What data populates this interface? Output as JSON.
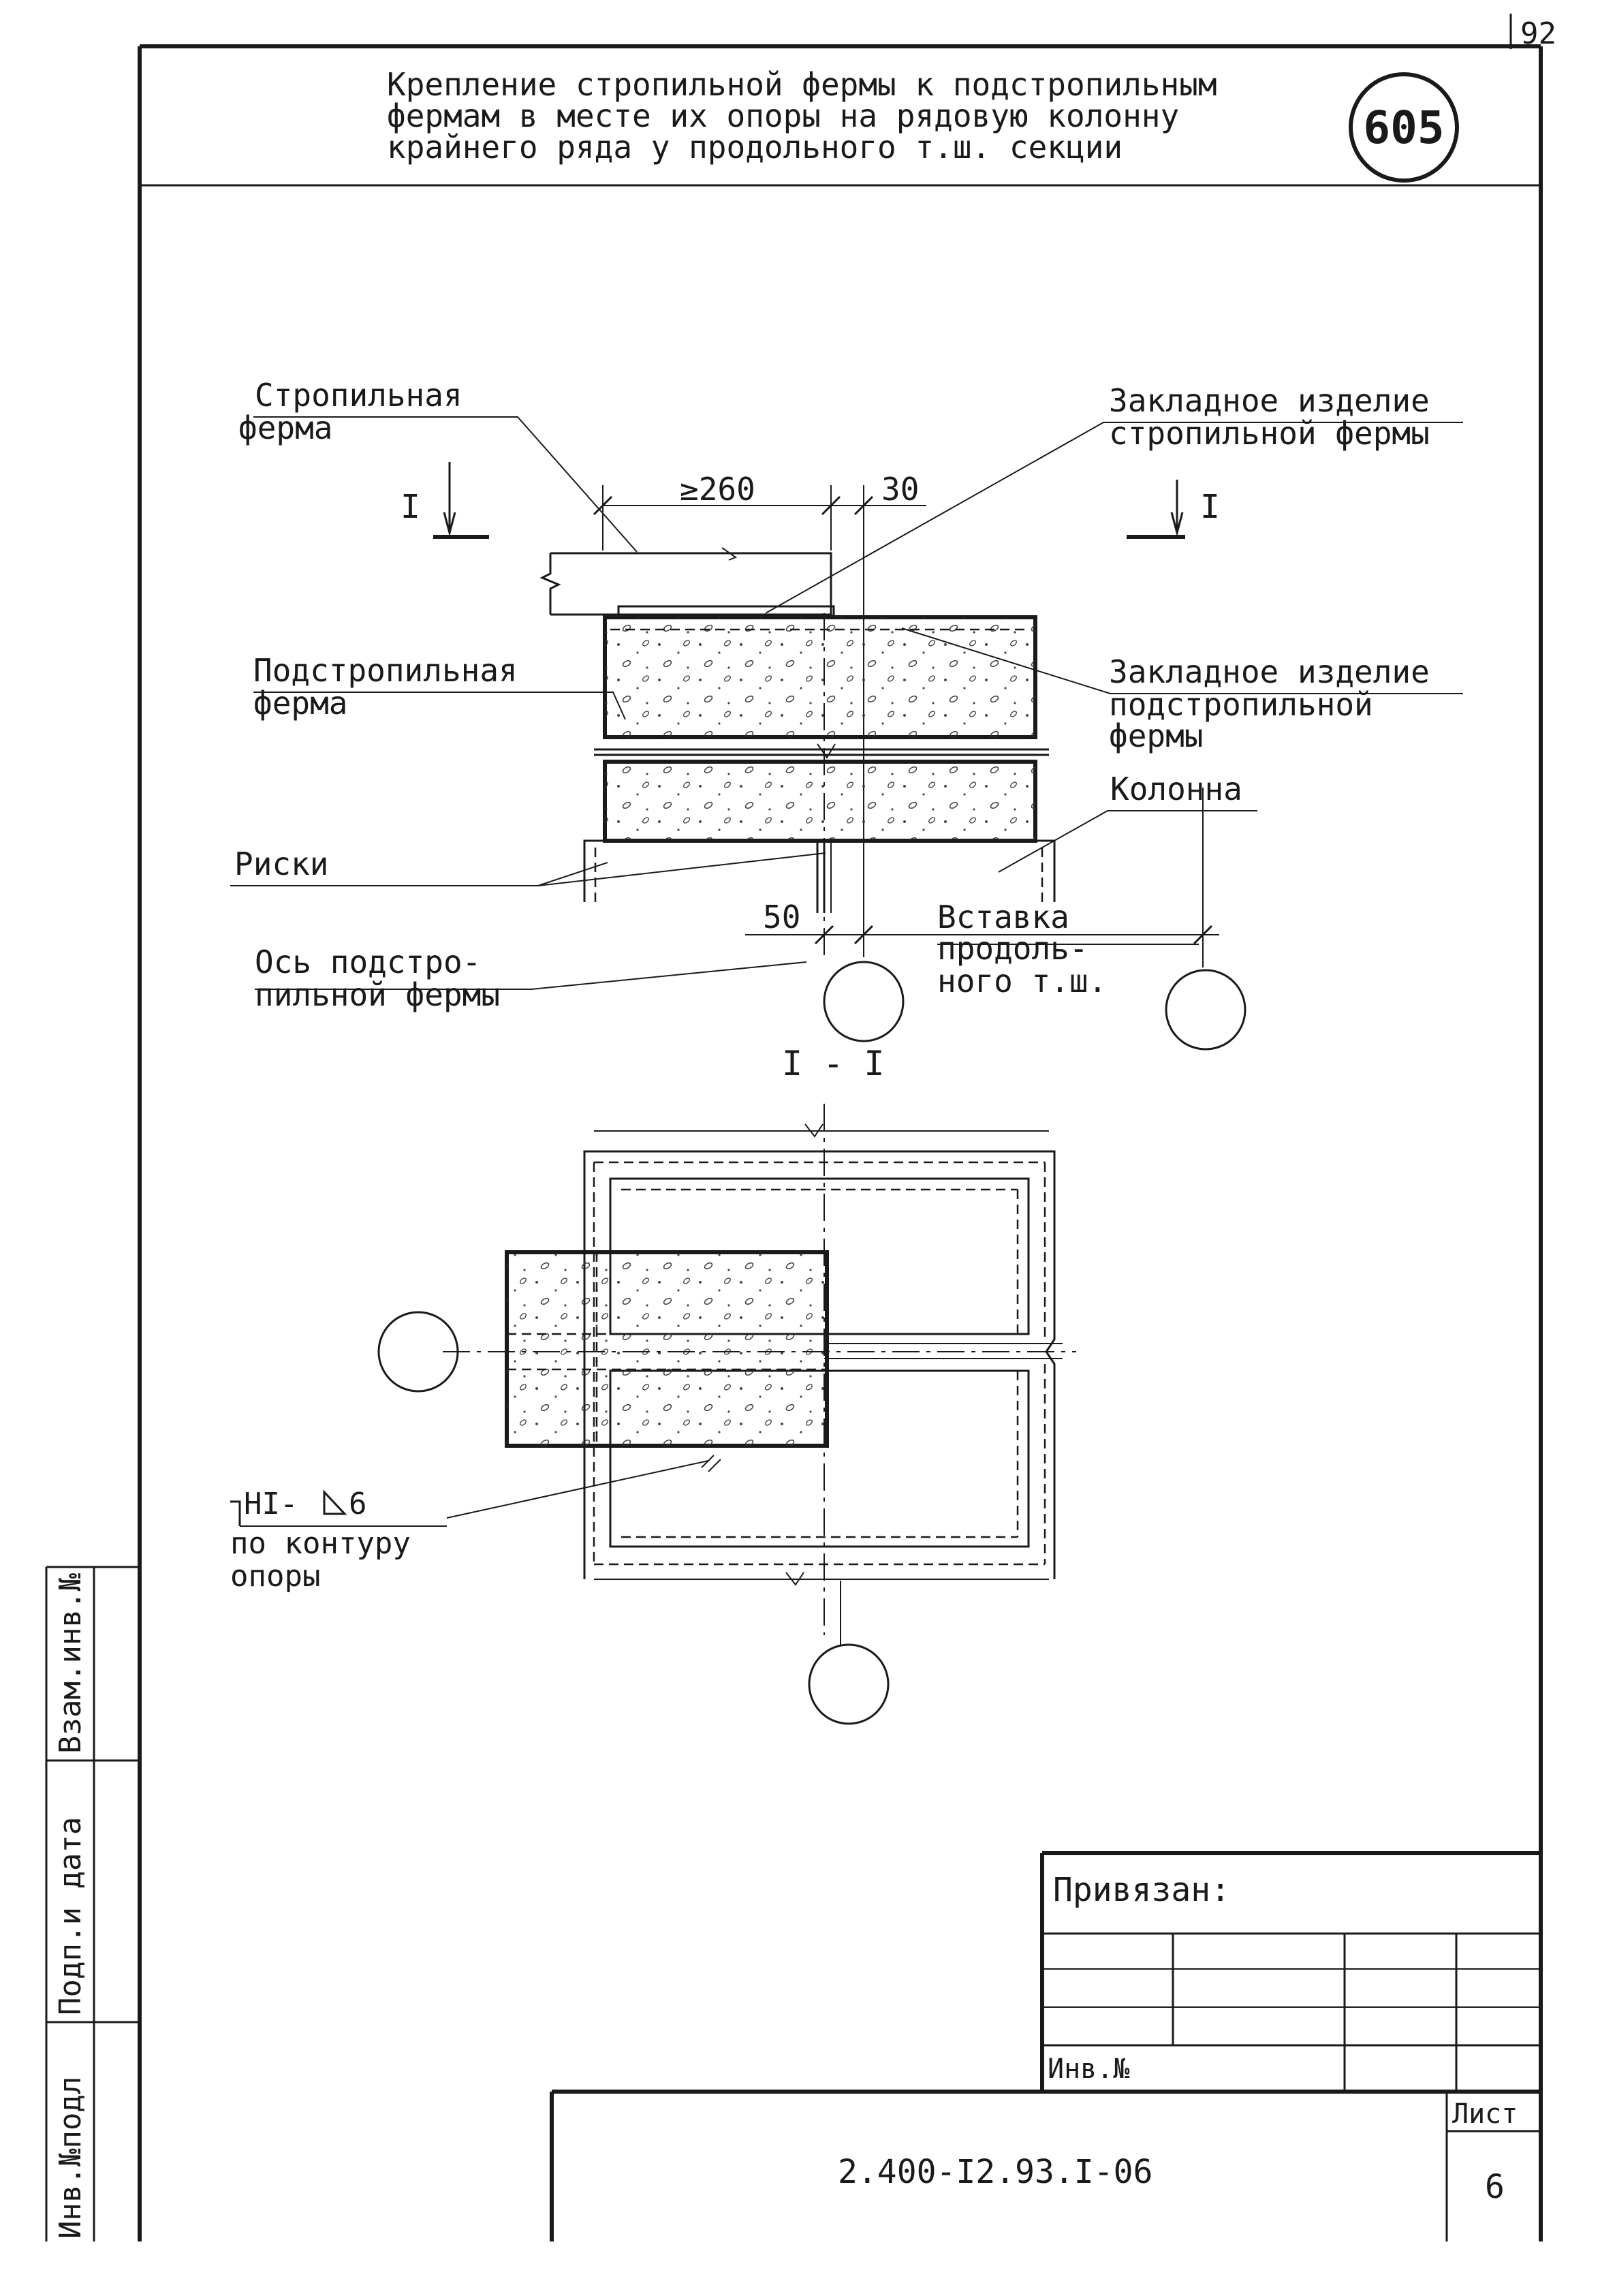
{
  "page": {
    "number": "92"
  },
  "title": {
    "lines": [
      "Крепление стропильной фермы к подстропильным",
      "фермам в месте их опоры на рядовую колонну",
      "крайнего ряда у продольного т.ш. секции"
    ],
    "badge": "605"
  },
  "labels": {
    "stropilnaya": [
      "Стропильная",
      "ферма"
    ],
    "zakladnoe_stropilnoy": [
      "Закладное изделие",
      "стропильной фермы"
    ],
    "podstropilnaya": [
      "Подстропильная",
      "ферма"
    ],
    "zakladnoe_podstropilnoy": [
      "Закладное изделие",
      "подстропильной",
      "фермы"
    ],
    "kolonna": "Колонна",
    "riski": "Риски",
    "os": [
      "Ось подстро-",
      "пильной фермы"
    ],
    "vstavka": [
      "Вставка",
      "продоль-",
      "ного т.ш."
    ],
    "weld": [
      "HI-",
      "6",
      "по контуру",
      "опоры"
    ]
  },
  "dimensions": {
    "d260": "≥260",
    "d30": "30",
    "d50": "50"
  },
  "section": {
    "mark": "I",
    "title": "I - I"
  },
  "side_stamp": [
    "Взам.инв.№",
    "Подп.и дата",
    "Инв.№подл"
  ],
  "bind_box": {
    "label": "Привязан:",
    "inv": "Инв.№"
  },
  "stamp": {
    "code": "2.400-I2.93.I-06",
    "sheet_label": "Лист",
    "sheet": "6"
  }
}
